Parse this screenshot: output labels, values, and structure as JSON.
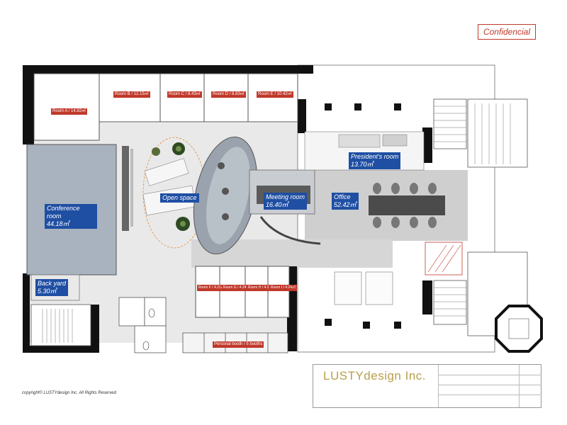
{
  "stamp": "Confidencial",
  "copyright": "copyright© LUSTYdesign Inc. All Rights Reserved",
  "rooms_small": [
    {
      "label": "Room A / 14.82㎡"
    },
    {
      "label": "Room B / 12.15㎡"
    },
    {
      "label": "Room C / 8.43㎡"
    },
    {
      "label": "Room D / 8.83㎡"
    },
    {
      "label": "Room E / 10.42㎡"
    },
    {
      "label": "Room F / 4.21㎡"
    },
    {
      "label": "Room G / 4.24㎡"
    },
    {
      "label": "Room H / 4.24㎡"
    },
    {
      "label": "Room I / 4.24㎡"
    },
    {
      "label": "Personal booth / 5 booths"
    }
  ],
  "rooms_big": [
    {
      "name": "Conference room",
      "area": "44.18㎡"
    },
    {
      "name": "Meeting room",
      "area": "16.40㎡"
    },
    {
      "name": "Office",
      "area": "52.42㎡"
    },
    {
      "name": "President's room",
      "area": "13.70㎡"
    },
    {
      "name": "Back yard",
      "area": "5.30㎡"
    }
  ],
  "open_space": "Open space",
  "title_block": {
    "logo": "LUSTYdesign Inc."
  }
}
